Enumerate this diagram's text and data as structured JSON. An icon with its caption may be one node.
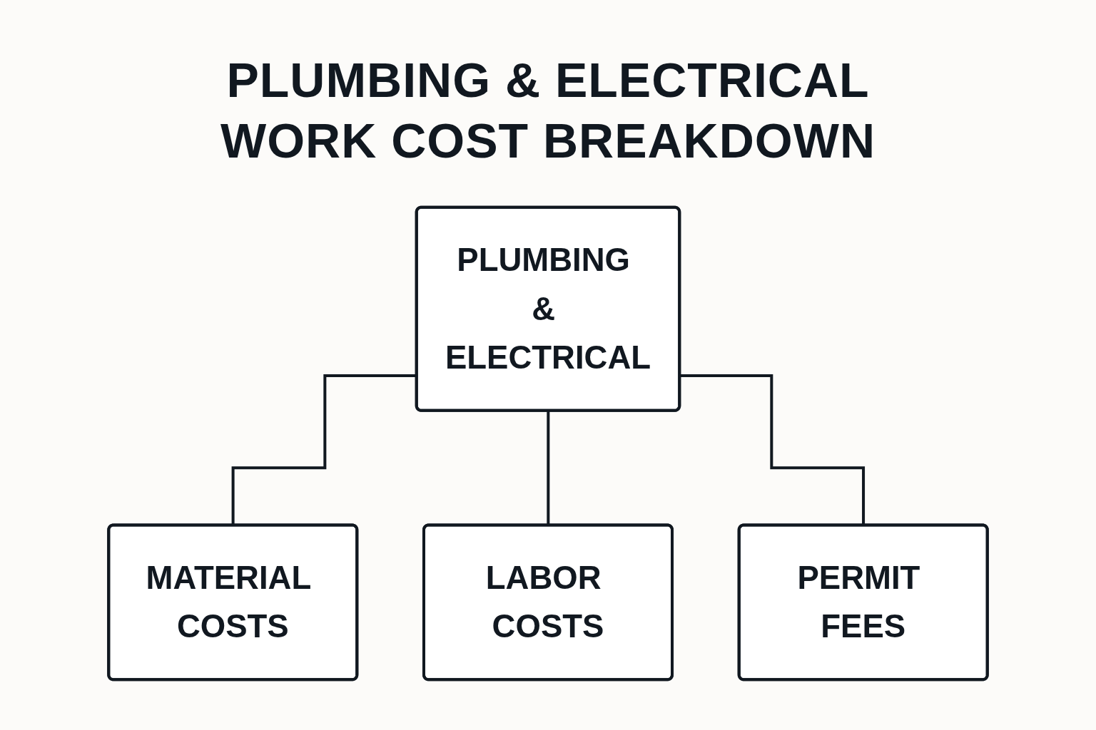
{
  "diagram": {
    "title": "PLUMBING & ELECTRICAL WORK COST BREAKDOWN",
    "nodes": [
      {
        "text": [
          "PLUMBING & ELECTRICAL"
        ]
      },
      {
        "text": [
          "MATERIAL COSTS"
        ]
      },
      {
        "text": [
          "LABOR COSTS"
        ]
      },
      {
        "text": [
          "PERMIT FEES"
        ]
      }
    ],
    "edges": [
      {
        "from": 0,
        "to": 1,
        "arrow": "none"
      },
      {
        "from": 0,
        "to": 2,
        "arrow": "none"
      },
      {
        "from": 0,
        "to": 3,
        "arrow": "none"
      }
    ]
  }
}
